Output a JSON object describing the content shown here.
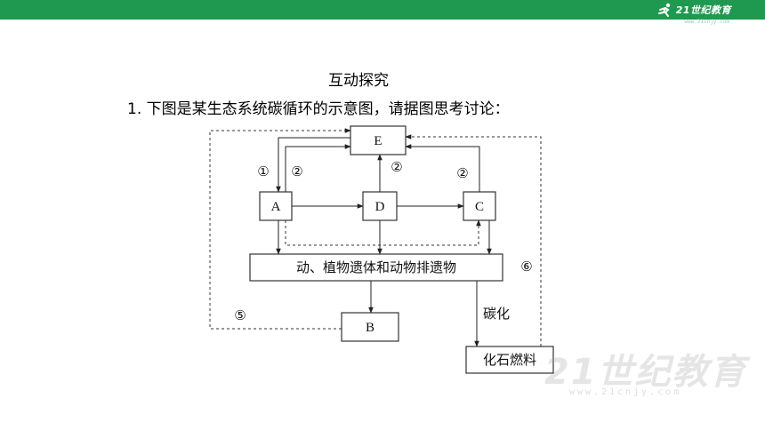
{
  "brand": {
    "logo_text": "21世纪教育",
    "logo_sub": "www.21cnjy.com",
    "bar_color": "#1f9950"
  },
  "heading": {
    "title": "互动探究",
    "question": "1. 下图是某生态系统碳循环的示意图，请据图思考讨论："
  },
  "diagram": {
    "nodes": {
      "E": "E",
      "A": "A",
      "D": "D",
      "C": "C",
      "B": "B",
      "remains": "动、植物遗体和动物排遗物",
      "fossil": "化石燃料"
    },
    "labels": {
      "n1": "①",
      "n2a": "②",
      "n2b": "②",
      "n2c": "②",
      "n5": "⑤",
      "n6": "⑥",
      "carbonize": "碳化"
    }
  },
  "watermark": {
    "main": "21世纪教育",
    "sub": "www.21cnjy.com"
  }
}
